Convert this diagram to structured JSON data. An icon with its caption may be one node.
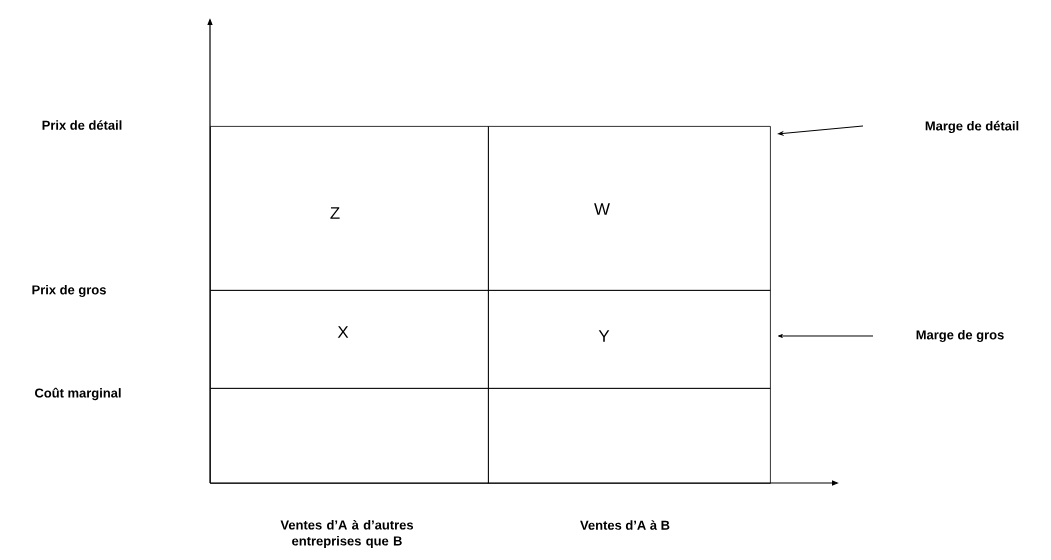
{
  "diagram": {
    "nodes": [
      {
        "text": [
          "Z"
        ]
      },
      {
        "text": [
          "W"
        ]
      },
      {
        "text": [
          "X"
        ]
      },
      {
        "text": [
          "Y"
        ]
      },
      {
        "text": [],
        "shape": "box"
      },
      {
        "text": [],
        "shape": "box"
      },
      {
        "text": [
          "Marge de détail"
        ]
      },
      {
        "text": [
          "Marge de gros"
        ]
      }
    ],
    "edges": [
      {
        "from": 6,
        "to": 1,
        "arrow": "to"
      },
      {
        "from": 7,
        "to": 3,
        "arrow": "to"
      }
    ],
    "labels": [
      "Prix de détail",
      "Prix de gros",
      "Coût marginal",
      "Ventes d’A à d’autres entreprises que B",
      "Ventes d’A à B"
    ]
  }
}
